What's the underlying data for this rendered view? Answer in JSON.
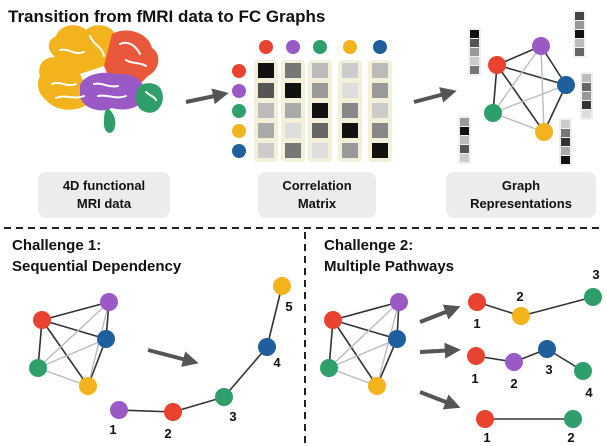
{
  "title": "Transition from fMRI data to FC Graphs",
  "stages": [
    {
      "label_line1": "4D functional",
      "label_line2": "MRI data"
    },
    {
      "label_line1": "Correlation",
      "label_line2": "Matrix"
    },
    {
      "label_line1": "Graph",
      "label_line2": "Representations"
    }
  ],
  "challenge1": {
    "title_line1": "Challenge 1:",
    "title_line2": "Sequential Dependency",
    "chain_labels": [
      "1",
      "2",
      "3",
      "4",
      "5"
    ]
  },
  "challenge2": {
    "title_line1": "Challenge 2:",
    "title_line2": "Multiple Pathways",
    "path1_labels": [
      "1",
      "2",
      "3"
    ],
    "path2_labels": [
      "1",
      "2",
      "3",
      "4"
    ],
    "path3_labels": [
      "1",
      "2"
    ]
  },
  "colors": {
    "red": "#e8432f",
    "purple": "#9b59c6",
    "green": "#2e9e6a",
    "yellow": "#f2b31c",
    "blue": "#1f5f9e",
    "brain_orange": "#e9583a",
    "label_box": "#ececec",
    "matrix_column": "#f4f0d8",
    "arrow": "#555555"
  }
}
